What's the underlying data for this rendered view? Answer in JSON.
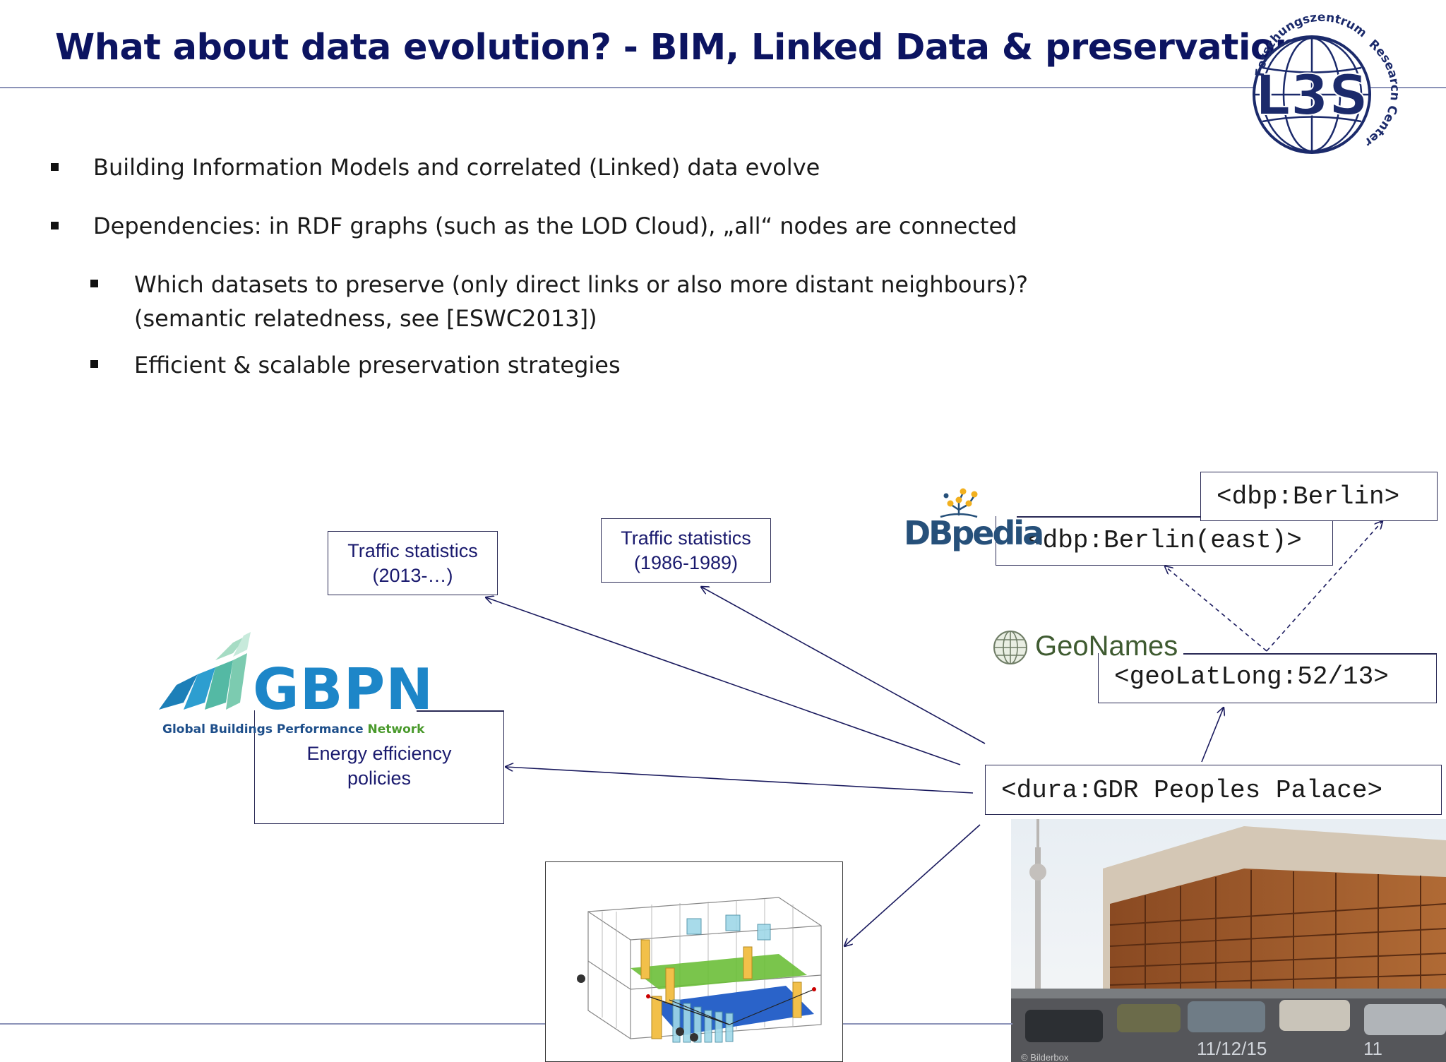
{
  "slide": {
    "title": "What about data evolution? - BIM, Linked Data & preservation",
    "bullets": [
      "Building Information Models and correlated (Linked) data evolve",
      "Dependencies: in RDF graphs (such as the LOD Cloud), „all“ nodes are connected"
    ],
    "sub_bullets": [
      {
        "line1": "Which datasets to preserve (only direct links or also more distant neighbours)?",
        "line2": "(semantic relatedness, see [ESWC2013])"
      },
      {
        "line1": "Efficient & scalable preservation strategies",
        "line2": ""
      }
    ]
  },
  "logos": {
    "l3s": {
      "top_text": "Forschungszentrum",
      "side_text": "Research Center",
      "center": "L3S"
    },
    "gbpn": {
      "name": "GBPN",
      "subtitle_a": "Global Buildings Performance ",
      "subtitle_b": "Network"
    },
    "dbpedia": {
      "name": "DBpedia"
    },
    "geonames": {
      "name": "GeoNames"
    }
  },
  "diagram": {
    "traffic_2013": {
      "line1": "Traffic statistics",
      "line2": "(2013-…)"
    },
    "traffic_1986": {
      "line1": "Traffic statistics",
      "line2": "(1986-1989)"
    },
    "energy": {
      "line1": "Energy efficiency",
      "line2": "policies"
    },
    "dbp_berlin": "<dbp:Berlin>",
    "dbp_berlin_east": "<dbp:Berlin(east)>",
    "geo_latlong": "<geoLatLong:52/13>",
    "dura_palace": "<dura:GDR Peoples Palace>"
  },
  "footer": {
    "date": "11/12/15",
    "page": "11",
    "credit": "© Bilderbox"
  }
}
